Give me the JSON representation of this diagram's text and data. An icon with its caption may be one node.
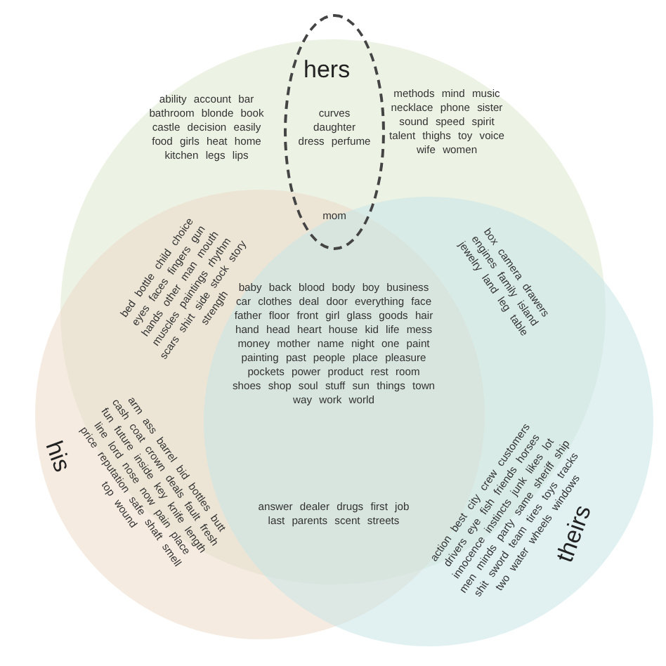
{
  "diagram": {
    "nodes": [
      {
        "text": [
          "ability account bar bathroom blonde book castle decision easily food girls heat home kitchen legs lips",
          "methods mind music necklace phone sister sound speed spirit talent thighs toy voice wife women"
        ]
      },
      {
        "text": [
          "his",
          "arm ass barrel bid bottles butt cash coat crown deals fault fresh fun future inside key knife length line lord nose now pain place price reputation safe shaft smell top wound"
        ]
      },
      {
        "text": [
          "theirs",
          "action best city crew customers drivers eye fish friends horses innocence instincts junk likes lot men minds party same sheriff ship shit sword team tires toys tracks two water wheels windows"
        ]
      },
      {
        "text": [
          "hers",
          "curves daughter dress perfume",
          "mom"
        ]
      }
    ],
    "labels": [
      "bed bottle child choice eyes faces fingers gun hands other man mouth muscles paintings rhythm scars shirt side stock story strength",
      "baby back blood body boy business car clothes deal door everything face father floor front girl glass goods hair hand head heart house kid life mess money mother name night one paint painting past people place pleasure pockets power product rest room shoes shop soul stuff sun things town way work world",
      "box camera drawers engines family island jewelry land leg table",
      "answer dealer drugs first job last parents scent streets"
    ]
  }
}
